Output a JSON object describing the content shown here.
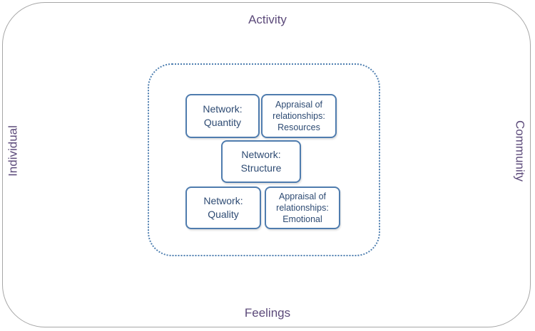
{
  "outer": {
    "top_label": "Activity",
    "bottom_label": "Feelings",
    "left_label": "Individual",
    "right_label": "Community"
  },
  "nodes": {
    "network_quantity": {
      "line1": "Network:",
      "line2": "Quantity"
    },
    "appraisal_resources": {
      "line1": "Appraisal of",
      "line2": "relationships:",
      "line3": "Resources"
    },
    "network_structure": {
      "line1": "Network:",
      "line2": "Structure"
    },
    "network_quality": {
      "line1": "Network:",
      "line2": "Quality"
    },
    "appraisal_emotional": {
      "line1": "Appraisal of",
      "line2": "relationships:",
      "line3": "Emotional"
    }
  }
}
